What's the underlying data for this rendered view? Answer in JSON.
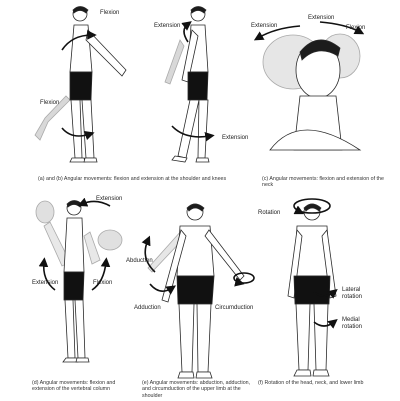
{
  "panels": {
    "ab": {
      "labels": {
        "flexion_top": "Flexion",
        "extension_top": "Extension",
        "flexion_knee": "Flexion",
        "extension_knee": "Extension"
      },
      "caption": "(a) and (b) Angular movements: flexion and extension at the shoulder and knees"
    },
    "c": {
      "labels": {
        "extension_left": "Extension",
        "extension_top": "Extension",
        "flexion_right": "Flexion"
      },
      "caption": "(c) Angular movements: flexion and extension of the neck"
    },
    "d": {
      "labels": {
        "extension_top": "Extension",
        "extension_left": "Extension",
        "flexion_right": "Flexion"
      },
      "caption": "(d) Angular movements: flexion and extension of the vertebral column"
    },
    "e": {
      "labels": {
        "abduction": "Abduction",
        "adduction": "Adduction",
        "circumduction": "Circumduction"
      },
      "caption": "(e) Angular movements: abduction, adduction, and circumduction of the upper limb at the shoulder"
    },
    "f": {
      "labels": {
        "rotation": "Rotation",
        "lateral_rotation": "Lateral rotation",
        "medial_rotation": "Medial rotation"
      },
      "caption": "(f) Rotation of the head, neck, and lower limb"
    }
  },
  "colors": {
    "line": "#2a2a2a",
    "skin": "#ffffff",
    "hair": "#1c1c1c",
    "shorts": "#111111",
    "ghost": "#bfbfbf",
    "arrow": "#111111"
  }
}
